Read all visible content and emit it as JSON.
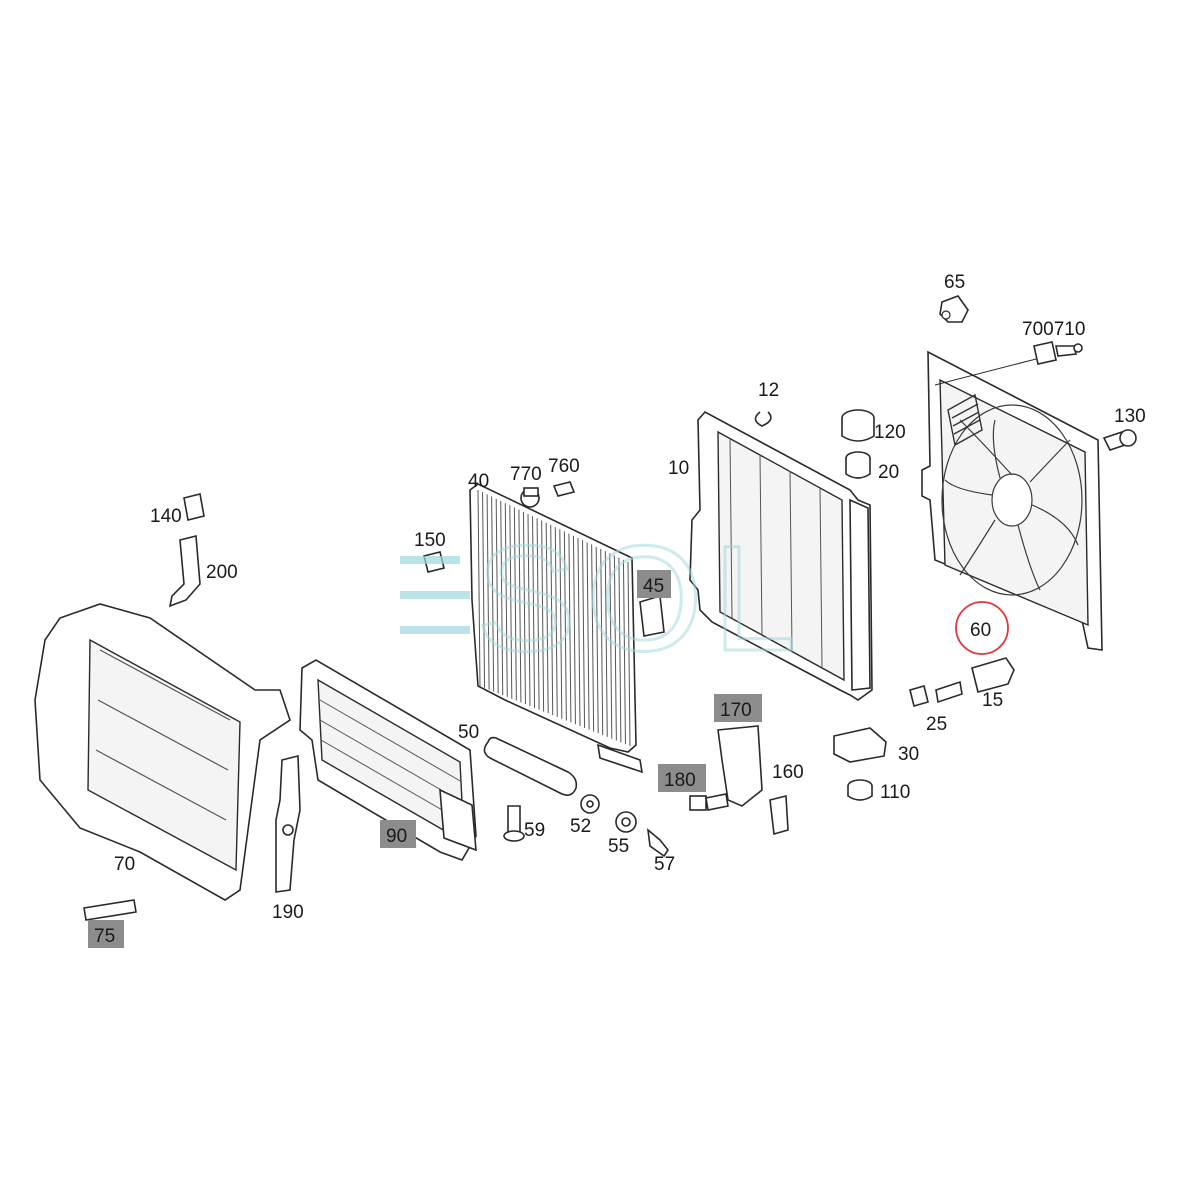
{
  "diagram": {
    "watermark": {
      "text": "SOL",
      "color": "#9fd6dc"
    },
    "circle_color": "#e0393b",
    "highlight_color": "#8c8c8c",
    "labels": {
      "p65": "65",
      "p700710": "700710",
      "p130": "130",
      "p12": "12",
      "p120": "120",
      "p20": "20",
      "p10": "10",
      "p40": "40",
      "p770": "770",
      "p760": "760",
      "p140": "140",
      "p200": "200",
      "p150": "150",
      "p45": "45",
      "p60": "60",
      "p15": "15",
      "p25": "25",
      "p170": "170",
      "p30": "30",
      "p50": "50",
      "p180": "180",
      "p160": "160",
      "p110": "110",
      "p59": "59",
      "p52": "52",
      "p55": "55",
      "p57": "57",
      "p90": "90",
      "p70": "70",
      "p190": "190",
      "p75": "75"
    }
  }
}
